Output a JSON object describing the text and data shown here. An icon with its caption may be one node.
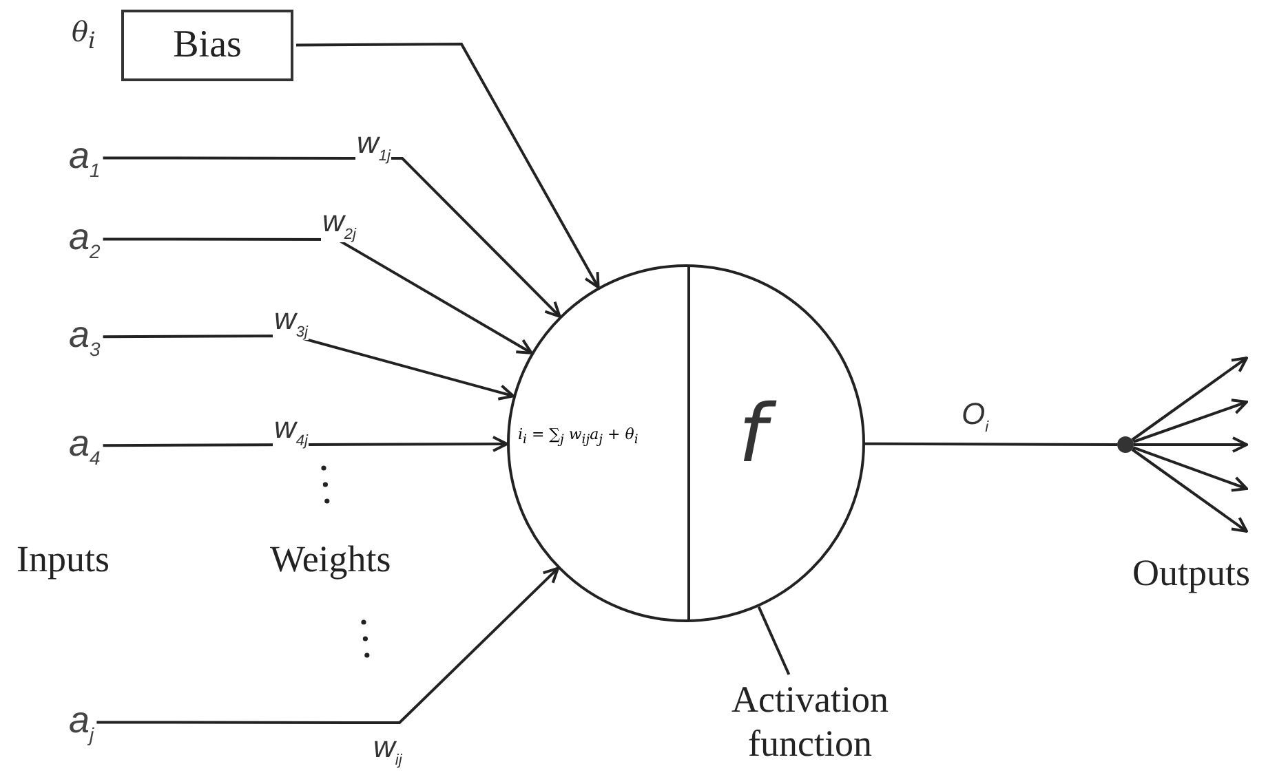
{
  "diagram": {
    "nodes": [
      {
        "text": [
          "Bias"
        ],
        "beside": [
          "θ$_{i}$"
        ]
      },
      {
        "text": [
          "a$_{1}$"
        ]
      },
      {
        "text": [
          "a$_{2}$"
        ]
      },
      {
        "text": [
          "a$_{3}$"
        ]
      },
      {
        "text": [
          "a$_{4}$"
        ]
      },
      {
        "text": [
          "a$_{j}$"
        ]
      },
      {
        "text": [
          "i$_{i}$ = ∑$_{j}$ w$_{ij}$a$_{j}$ + θ$_{i}$",
          "f"
        ]
      },
      {
        "text": [],
        "shape": "circle"
      },
      {
        "text": [
          "Activation function"
        ]
      }
    ],
    "edges": [
      {
        "from": 0,
        "to": 6,
        "arrow": "to"
      },
      {
        "from": 1,
        "to": 6,
        "arrow": "to",
        "label": "w$_{1j}$"
      },
      {
        "from": 2,
        "to": 6,
        "arrow": "to",
        "label": "w$_{2j}$"
      },
      {
        "from": 3,
        "to": 6,
        "arrow": "to",
        "label": "w$_{3j}$"
      },
      {
        "from": 4,
        "to": 6,
        "arrow": "to",
        "label": "w$_{4j}$"
      },
      {
        "from": 5,
        "to": 6,
        "arrow": "to",
        "label": "w$_{ij}$"
      },
      {
        "from": 6,
        "to": 7,
        "arrow": "none",
        "label": "O$_{i}$"
      },
      {
        "from": 7,
        "to": null,
        "arrow": "to"
      },
      {
        "from": 7,
        "to": null,
        "arrow": "to"
      },
      {
        "from": 7,
        "to": null,
        "arrow": "to"
      },
      {
        "from": 7,
        "to": null,
        "arrow": "to"
      },
      {
        "from": 7,
        "to": null,
        "arrow": "to"
      },
      {
        "from": 8,
        "to": 6,
        "arrow": "none"
      }
    ],
    "labels": [
      "Inputs",
      "Weights",
      "Outputs"
    ]
  }
}
